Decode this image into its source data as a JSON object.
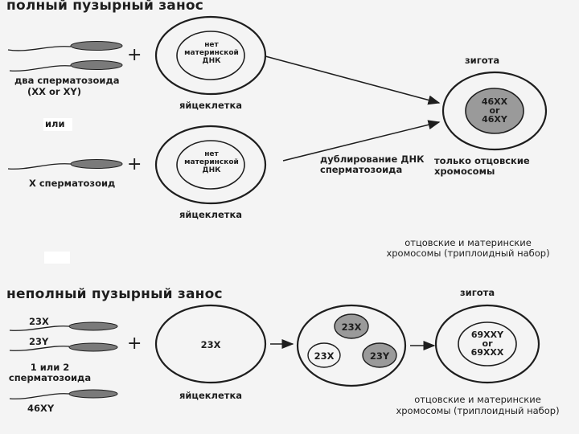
{
  "complete": {
    "title": "полный пузырный занос",
    "two_sperm_label": "два сперматозоида",
    "two_sperm_sub": "(XX or XY)",
    "or_label": "или",
    "x_sperm_label": "X сперматозоид",
    "no_dna_line1": "нет",
    "no_dna_line2": "материнской",
    "no_dna_line3": "ДНК",
    "egg_label": "яйцеклетка",
    "zygote_label": "зигота",
    "zygote_line1": "46XX",
    "zygote_line2": "or",
    "zygote_line3": "46XY",
    "dup_line1": "дублирование ДНК",
    "dup_line2": "сперматозоида",
    "paternal_line1": "только отцовские",
    "paternal_line2": "хромосомы",
    "both_line1": "отцовские и материнские",
    "both_line2": "хромосомы (триплоидный набор)"
  },
  "partial": {
    "title": "неполный пузырный занос",
    "s1": "23X",
    "s2": "23Y",
    "s_count_line1": "1 или 2",
    "s_count_line2": "сперматозоида",
    "s3": "46XY",
    "egg_content": "23X",
    "egg_label": "яйцеклетка",
    "pro1": "23X",
    "pro2": "23X",
    "pro3": "23Y",
    "zygote_label": "зигота",
    "zygote_line1": "69XXY",
    "zygote_line2": "or",
    "zygote_line3": "69XXX",
    "both_line1": "отцовские и материнские",
    "both_line2": "хромосомы (триплоидный набор)"
  },
  "plus_sign": "+",
  "colors": {
    "sperm": "#7a7a7a",
    "nucleus_fill": "#9a9a9a",
    "ink": "#1e1e1e",
    "background": "#f4f4f4"
  }
}
